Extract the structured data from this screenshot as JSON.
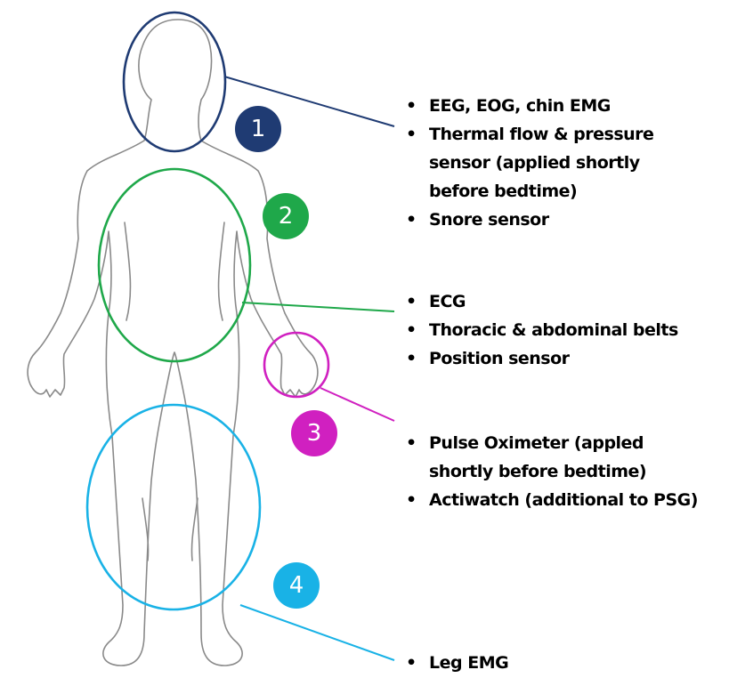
{
  "zones": [
    {
      "id": "head",
      "number": "1",
      "color": "#1f3b73",
      "items": [
        "EEG, EOG, chin EMG",
        "Thermal flow & pressure sensor (applied shortly before bedtime)",
        "Snore sensor"
      ]
    },
    {
      "id": "torso",
      "number": "2",
      "color": "#1fa84a",
      "items": [
        "ECG",
        "Thoracic & abdominal belts",
        "Position sensor"
      ]
    },
    {
      "id": "wrist",
      "number": "3",
      "color": "#d020c0",
      "items": [
        "Pulse Oximeter (appled shortly before bedtime)",
        "Actiwatch (additional to PSG)"
      ]
    },
    {
      "id": "legs",
      "number": "4",
      "color": "#19b2e6",
      "items": [
        "Leg EMG"
      ]
    }
  ]
}
